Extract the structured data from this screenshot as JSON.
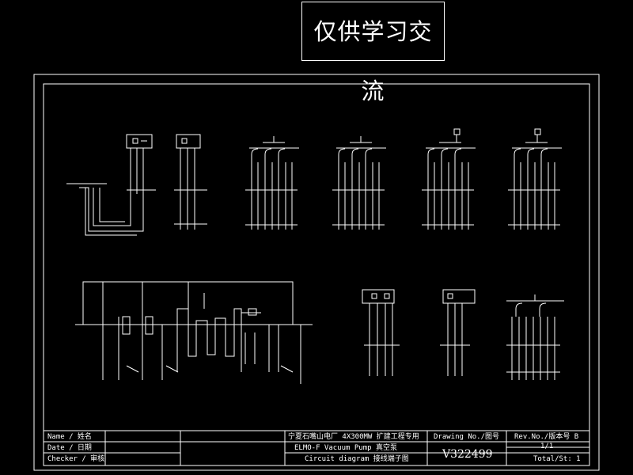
{
  "banner": {
    "text": "仅供学习交流"
  },
  "title_block": {
    "name_label": "Name / 姓名",
    "date_label": "Date / 日期",
    "checker_label": "Checker / 审核",
    "project": "宁夏石嘴山电厂 4X300MW 扩建工程专用",
    "product": "ELMO-F Vacuum Pump 真空泵",
    "diagram_type": "Circuit diagram  接线端子图",
    "drawing_no_label": "Drawing No./图号",
    "drawing_no": "V322499",
    "rev_label": "Rev.No./版本号  B",
    "sheet": "1/1",
    "total": "Total/St: 1"
  },
  "colors": {
    "line": "#ffffff",
    "background": "#000000"
  }
}
